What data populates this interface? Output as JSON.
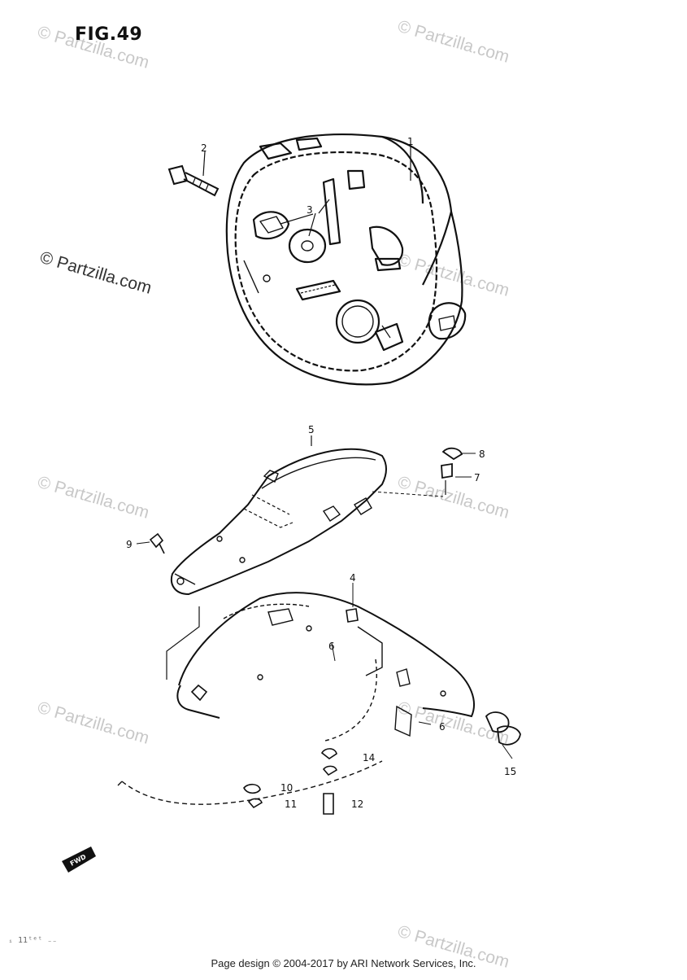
{
  "figure": {
    "title": "FIG.49"
  },
  "watermark": {
    "text": "© Partzilla.com"
  },
  "callouts": [
    "1",
    "2",
    "3",
    "4",
    "5",
    "6",
    "6",
    "7",
    "8",
    "9",
    "10",
    "11",
    "12",
    "14",
    "15"
  ],
  "fwd_arrow": {
    "label": "FWD"
  },
  "page_code": "ᵢ 11ᵗᵉᵗ ₋₋",
  "footer": {
    "text": "Page design © 2004-2017 by ARI Network Services, Inc."
  }
}
